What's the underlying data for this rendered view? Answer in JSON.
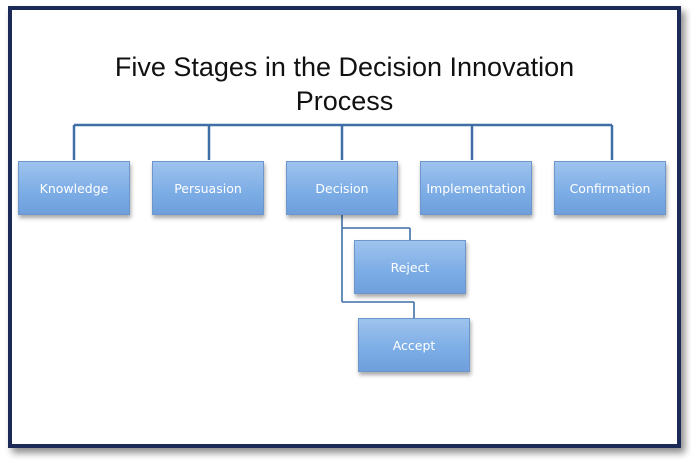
{
  "diagram": {
    "title_line1": "Five Stages in the Decision Innovation",
    "title_line2": "Process",
    "stages": [
      "Knowledge",
      "Persuasion",
      "Decision",
      "Implementation",
      "Confirmation"
    ],
    "decision_outcomes": [
      "Reject",
      "Accept"
    ]
  },
  "colors": {
    "frame_border": "#1b2a57",
    "connector": "#3f6fa6",
    "node_fill": "#7eaee6",
    "node_text": "#ffffff"
  }
}
